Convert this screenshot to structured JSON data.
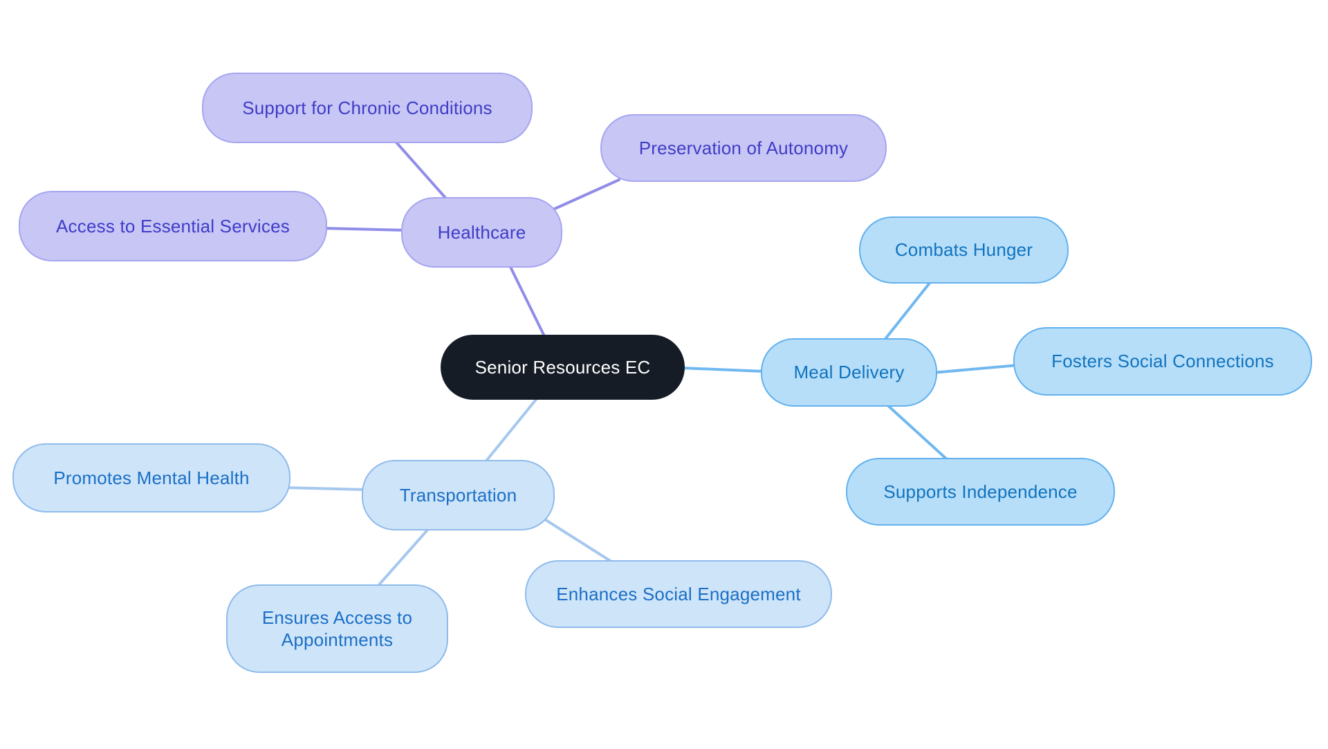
{
  "colors": {
    "background": "#FFFFFF",
    "root_fill": "#151C26",
    "root_text": "#FFFFFF",
    "healthcare_fill": "#C7C6F5",
    "healthcare_border": "#A7A5F1",
    "healthcare_text": "#3F3CC6",
    "healthcare_line": "#8F8DE8",
    "meal_fill": "#B6DEF9",
    "meal_border": "#62B1EE",
    "meal_text": "#1173BE",
    "meal_line": "#70B8F0",
    "transport_fill": "#CEE4F9",
    "transport_border": "#8FBBEB",
    "transport_text": "#1B6FC6",
    "transport_line": "#A6C8EE"
  },
  "mindmap": {
    "root": {
      "label": "Senior Resources EC"
    },
    "branches": [
      {
        "label": "Healthcare",
        "children": [
          {
            "label": "Support for Chronic Conditions"
          },
          {
            "label": "Preservation of Autonomy"
          },
          {
            "label": "Access to Essential Services"
          }
        ]
      },
      {
        "label": "Meal Delivery",
        "children": [
          {
            "label": "Combats Hunger"
          },
          {
            "label": "Fosters Social Connections"
          },
          {
            "label": "Supports Independence"
          }
        ]
      },
      {
        "label": "Transportation",
        "children": [
          {
            "label": "Promotes Mental Health"
          },
          {
            "label": "Ensures Access to Appointments"
          },
          {
            "label": "Enhances Social Engagement"
          }
        ]
      }
    ]
  }
}
